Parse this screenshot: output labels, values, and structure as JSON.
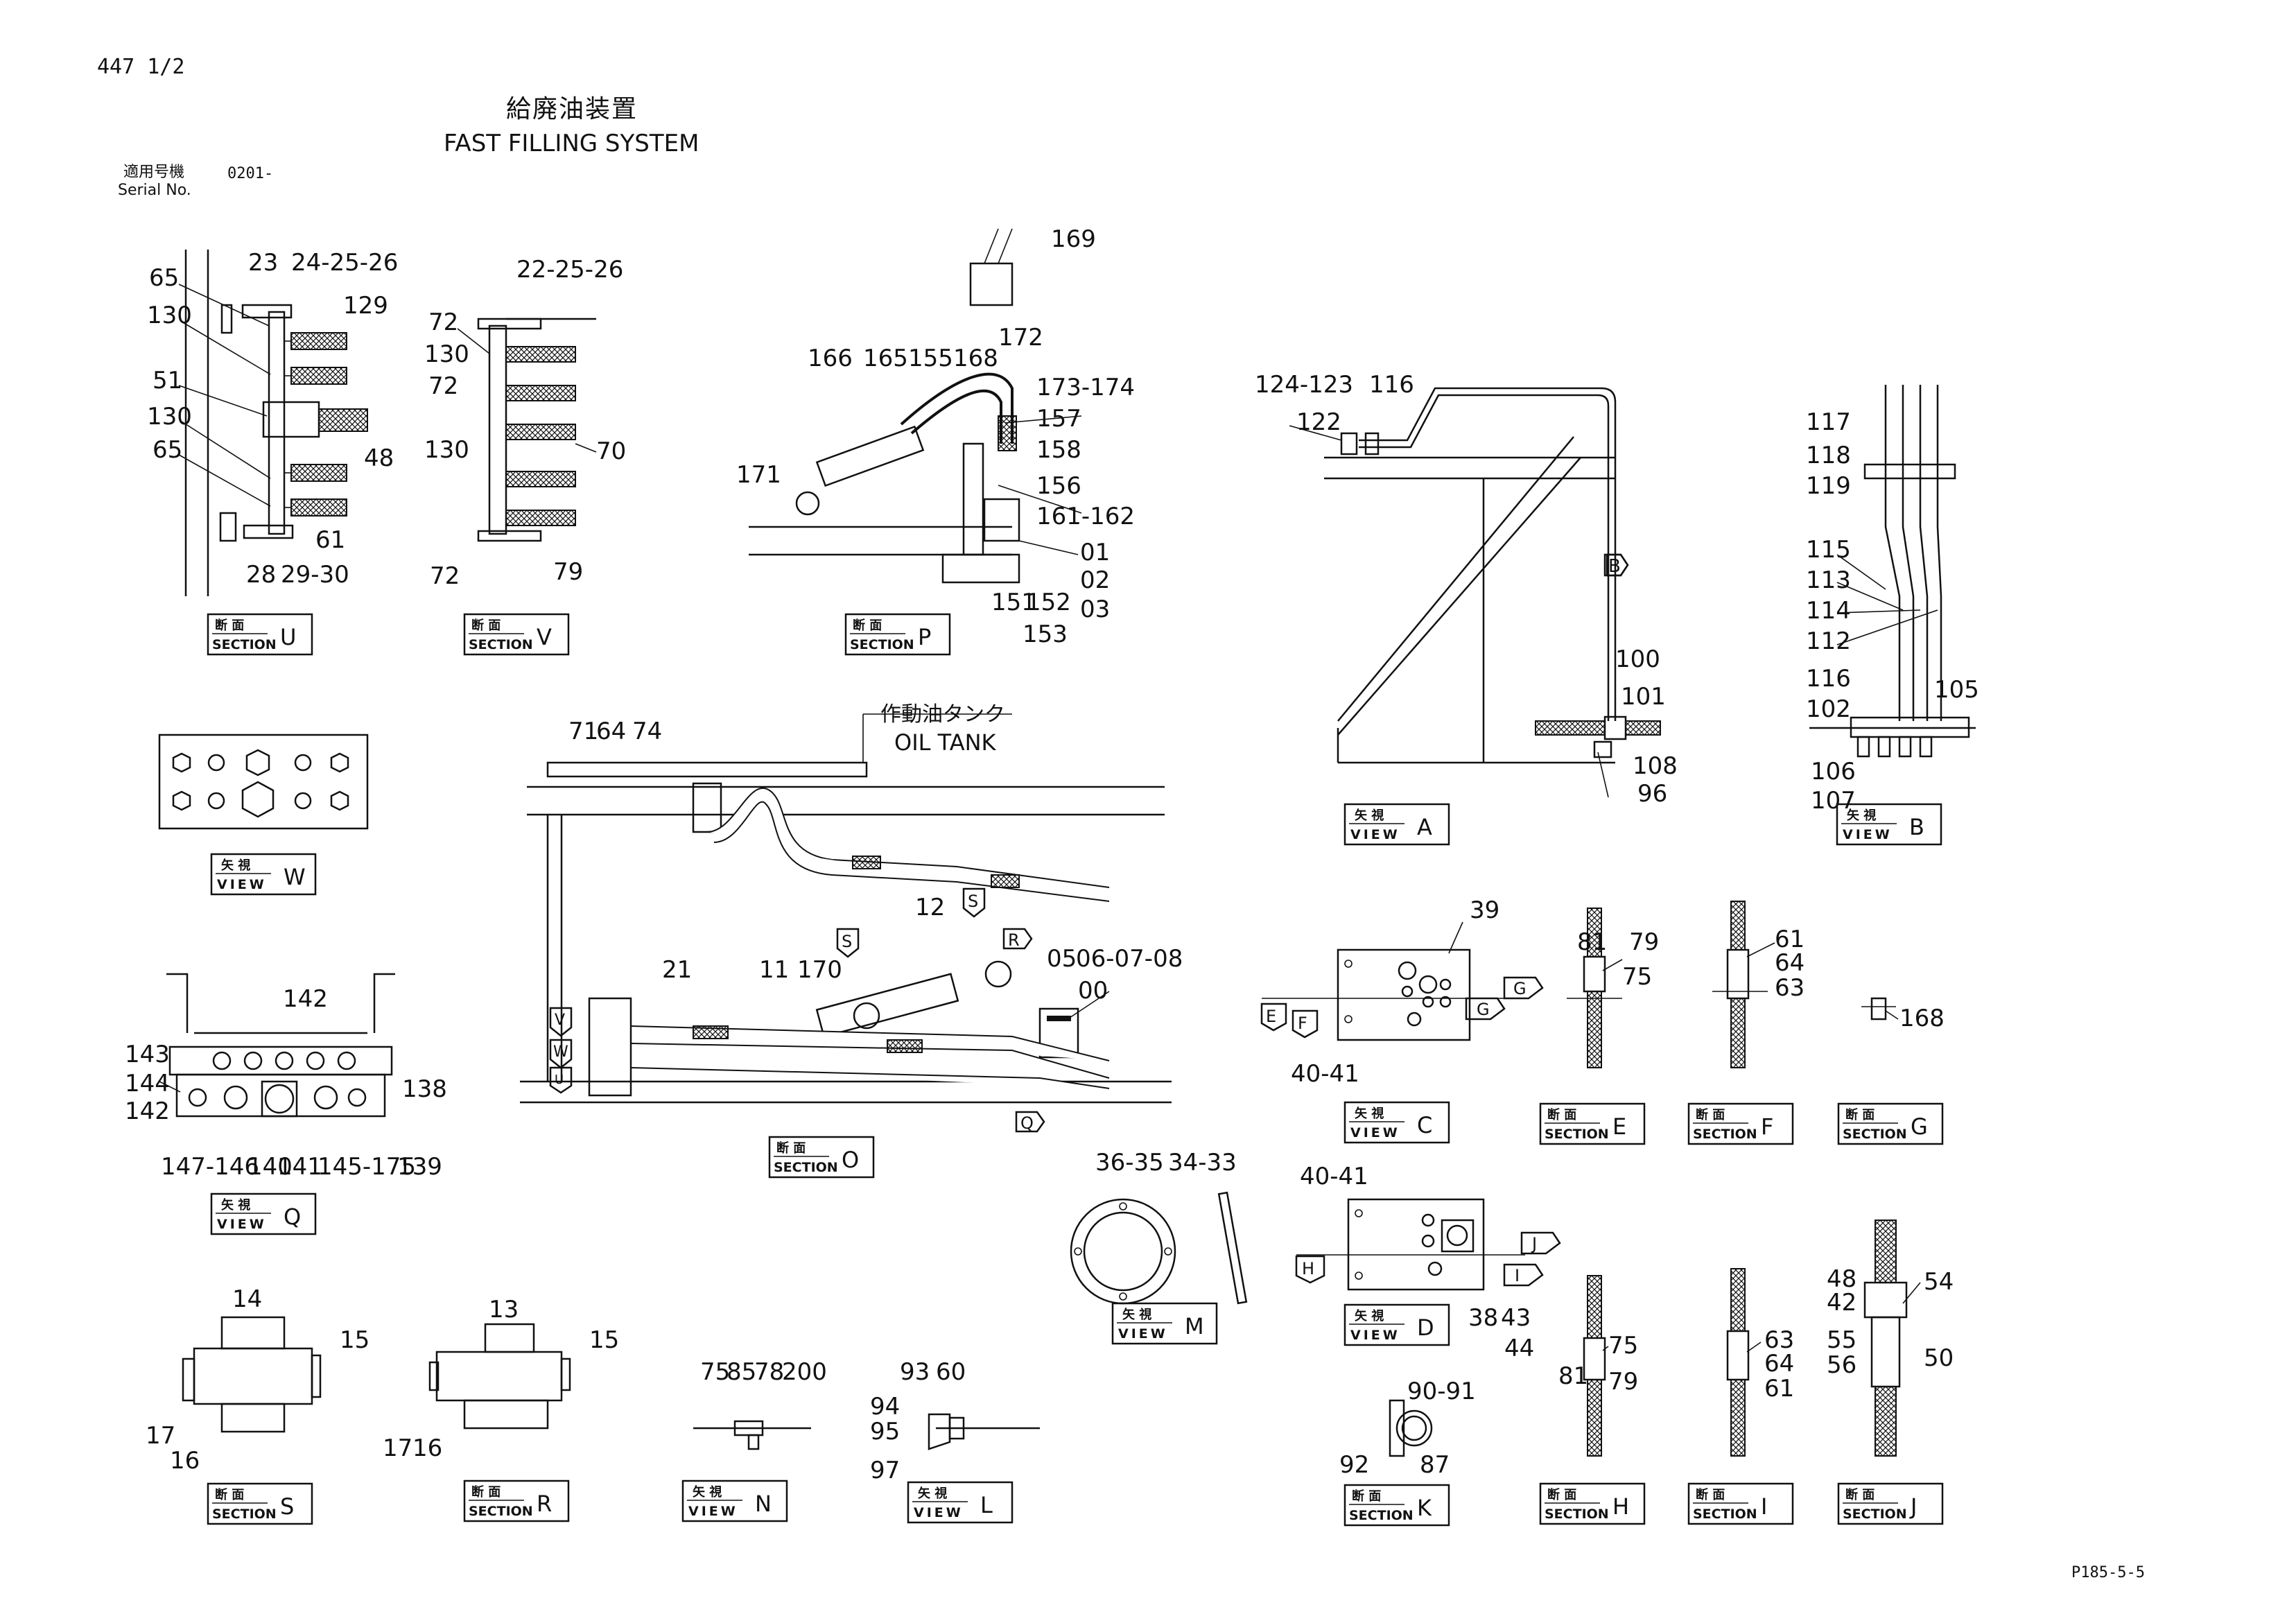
{
  "header": {
    "page_ref": "447 1/2",
    "title_jp": "給廃油装置",
    "title_en": "FAST FILLING SYSTEM",
    "serial_label_jp": "適用号機",
    "serial_label_en": "Serial No.",
    "serial_value": "0201-"
  },
  "footer": {
    "page_code": "P185-5-5"
  },
  "oil_tank_label_jp": "作動油タンク",
  "oil_tank_label_en": "OIL TANK",
  "caption_words": {
    "section_jp": "断 面",
    "section_en": "SECTION",
    "view_jp": "矢 視",
    "view_en": "VIEW"
  },
  "captions": [
    {
      "kind": "section",
      "letter": "U"
    },
    {
      "kind": "section",
      "letter": "V"
    },
    {
      "kind": "section",
      "letter": "P"
    },
    {
      "kind": "view",
      "letter": "A"
    },
    {
      "kind": "view",
      "letter": "B"
    },
    {
      "kind": "view",
      "letter": "W"
    },
    {
      "kind": "section",
      "letter": "O"
    },
    {
      "kind": "view",
      "letter": "Q"
    },
    {
      "kind": "view",
      "letter": "C"
    },
    {
      "kind": "section",
      "letter": "E"
    },
    {
      "kind": "section",
      "letter": "F"
    },
    {
      "kind": "section",
      "letter": "G"
    },
    {
      "kind": "view",
      "letter": "M"
    },
    {
      "kind": "view",
      "letter": "D"
    },
    {
      "kind": "section",
      "letter": "S"
    },
    {
      "kind": "section",
      "letter": "R"
    },
    {
      "kind": "view",
      "letter": "N"
    },
    {
      "kind": "view",
      "letter": "L"
    },
    {
      "kind": "section",
      "letter": "K"
    },
    {
      "kind": "section",
      "letter": "H"
    },
    {
      "kind": "section",
      "letter": "I"
    },
    {
      "kind": "section",
      "letter": "J"
    }
  ],
  "part_numbers": [
    "65",
    "130",
    "51",
    "130",
    "65",
    "23",
    "24-25-26",
    "129",
    "48",
    "61",
    "28",
    "29-30",
    "22-25-26",
    "72",
    "130",
    "72",
    "130",
    "70",
    "72",
    "79",
    "169",
    "172",
    "166",
    "165",
    "155",
    "168",
    "173-174",
    "157",
    "158",
    "171",
    "156",
    "161-162",
    "01",
    "02",
    "03",
    "151",
    "152",
    "153",
    "124-123",
    "116",
    "122",
    "100",
    "101",
    "108",
    "96",
    "117",
    "118",
    "119",
    "115",
    "113",
    "114",
    "112",
    "116",
    "102",
    "105",
    "106",
    "107",
    "71",
    "64",
    "74",
    "21",
    "11",
    "170",
    "12",
    "05",
    "06-07-08",
    "00",
    "142",
    "143",
    "144",
    "142",
    "138",
    "147-146",
    "140",
    "141",
    "145-175",
    "139",
    "39",
    "40-41",
    "81",
    "79",
    "75",
    "61",
    "64",
    "63",
    "168",
    "36-35",
    "34-33",
    "40-41",
    "38",
    "43",
    "44",
    "75",
    "81",
    "79",
    "63",
    "64",
    "61",
    "14",
    "15",
    "17",
    "16",
    "13",
    "15",
    "17",
    "16",
    "75",
    "85",
    "78",
    "200",
    "93",
    "60",
    "94",
    "95",
    "97",
    "90-91",
    "92",
    "87",
    "48",
    "42",
    "54",
    "55",
    "56",
    "50"
  ],
  "arrow_letters": [
    "B",
    "S",
    "S",
    "R",
    "V",
    "W",
    "U",
    "Q",
    "G",
    "E",
    "F",
    "G",
    "H",
    "J",
    "I"
  ]
}
